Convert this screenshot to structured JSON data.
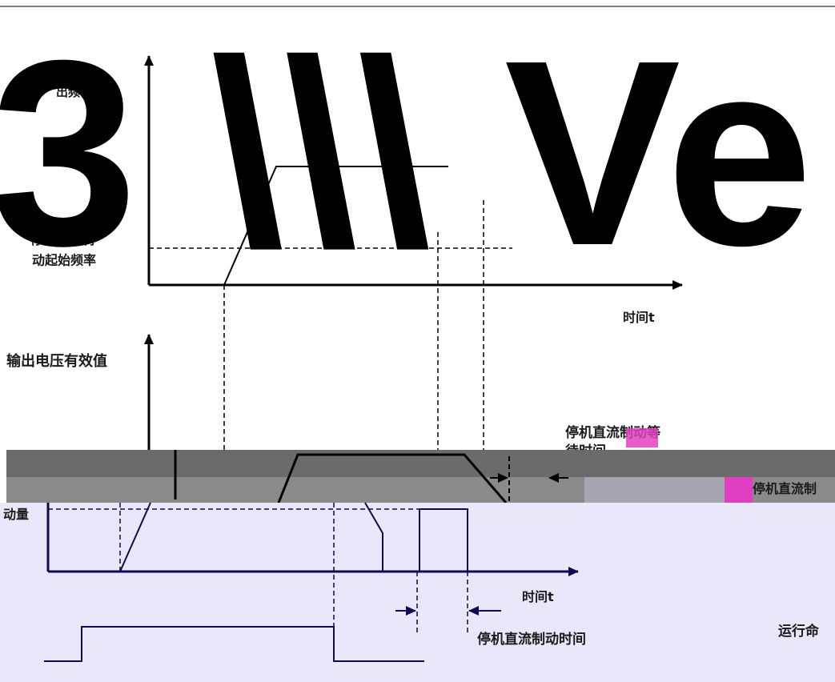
{
  "overlay_text": "3 \\\\\\ Ve ol",
  "labels": {
    "top_y": "出频率Hz",
    "top_mark": "停机直流制\n动起始频率",
    "top_time": "时间t",
    "mid_y": "输出电压有效值",
    "mid_wait": "停机直流制动等\n待时间",
    "mid_right": "停机直流制",
    "lower_y": "动量",
    "lower_time": "时间t",
    "lower_dur": "停机直流制动时间",
    "run_cmd": "运行命"
  },
  "colors": {
    "band_dark": "#6b6b6b",
    "band_mid": "#8a8a8a",
    "lower_bg": "#ebe7fb",
    "line": "#0b0b4f",
    "magenta": "#e03fc2"
  }
}
